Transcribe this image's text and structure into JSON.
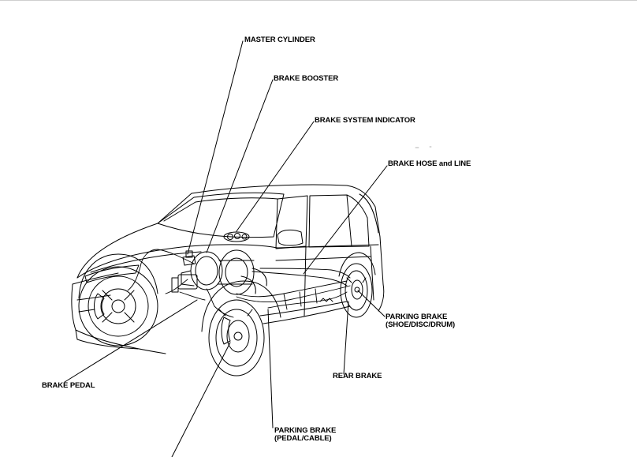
{
  "labels": {
    "master_cylinder": "MASTER CYLINDER",
    "brake_booster": "BRAKE BOOSTER",
    "brake_system_indicator": "BRAKE SYSTEM INDICATOR",
    "brake_hose_line": "BRAKE HOSE and LINE",
    "parking_brake_shoe_line1": "PARKING BRAKE",
    "parking_brake_shoe_line2": "(SHOE/DISC/DRUM)",
    "rear_brake": "REAR BRAKE",
    "brake_pedal": "BRAKE PEDAL",
    "parking_brake_pedal_line1": "PARKING BRAKE",
    "parking_brake_pedal_line2": "(PEDAL/CABLE)"
  },
  "colors": {
    "ink": "#000000",
    "background": "#ffffff"
  }
}
